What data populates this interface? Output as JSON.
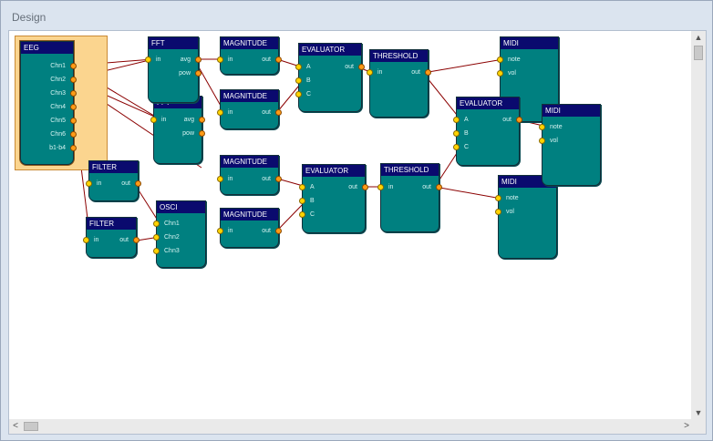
{
  "window": {
    "title": "Design"
  },
  "scroll": {
    "up": "▲",
    "down": "▼",
    "left": "<",
    "right": ">"
  },
  "nodes": {
    "eeg": {
      "title": "EEG",
      "outputs": [
        "Chn1",
        "Chn2",
        "Chn3",
        "Chn4",
        "Chn5",
        "Chn6",
        "b1-b4"
      ]
    },
    "fft1": {
      "title": "FFT",
      "inputs": [
        "in"
      ],
      "outputs": [
        "avg",
        "pow"
      ]
    },
    "fft2": {
      "title": "FFT",
      "inputs": [
        "in"
      ],
      "outputs": [
        "avg",
        "pow"
      ]
    },
    "filter1": {
      "title": "FILTER",
      "inputs": [
        "in"
      ],
      "outputs": [
        "out"
      ]
    },
    "filter2": {
      "title": "FILTER",
      "inputs": [
        "in"
      ],
      "outputs": [
        "out"
      ]
    },
    "osci": {
      "title": "OSCI",
      "inputs": [
        "Chn1",
        "Chn2",
        "Chn3"
      ]
    },
    "mag1": {
      "title": "MAGNITUDE",
      "inputs": [
        "in"
      ],
      "outputs": [
        "out"
      ]
    },
    "mag2": {
      "title": "MAGNITUDE",
      "inputs": [
        "in"
      ],
      "outputs": [
        "out"
      ]
    },
    "mag3": {
      "title": "MAGNITUDE",
      "inputs": [
        "in"
      ],
      "outputs": [
        "out"
      ]
    },
    "mag4": {
      "title": "MAGNITUDE",
      "inputs": [
        "in"
      ],
      "outputs": [
        "out"
      ]
    },
    "eval1": {
      "title": "EVALUATOR",
      "inputs": [
        "A",
        "B",
        "C"
      ],
      "outputs": [
        "out"
      ]
    },
    "eval2": {
      "title": "EVALUATOR",
      "inputs": [
        "A",
        "B",
        "C"
      ],
      "outputs": [
        "out"
      ]
    },
    "eval3": {
      "title": "EVALUATOR",
      "inputs": [
        "A",
        "B",
        "C"
      ],
      "outputs": [
        "out"
      ]
    },
    "thr1": {
      "title": "THRESHOLD",
      "inputs": [
        "in"
      ],
      "outputs": [
        "out"
      ]
    },
    "thr2": {
      "title": "THRESHOLD",
      "inputs": [
        "in"
      ],
      "outputs": [
        "out"
      ]
    },
    "midi1": {
      "title": "MIDI",
      "inputs": [
        "note",
        "vol"
      ]
    },
    "midi2": {
      "title": "MIDI",
      "inputs": [
        "note",
        "vol"
      ]
    },
    "midi3": {
      "title": "MIDI",
      "inputs": [
        "note",
        "vol"
      ]
    }
  },
  "colors": {
    "node_body": "#008080",
    "node_header": "#0a0a6e",
    "wire": "#8b0000",
    "input_port": "#ffd400",
    "output_port": "#ff9b16",
    "selection": "#fbd58f"
  }
}
